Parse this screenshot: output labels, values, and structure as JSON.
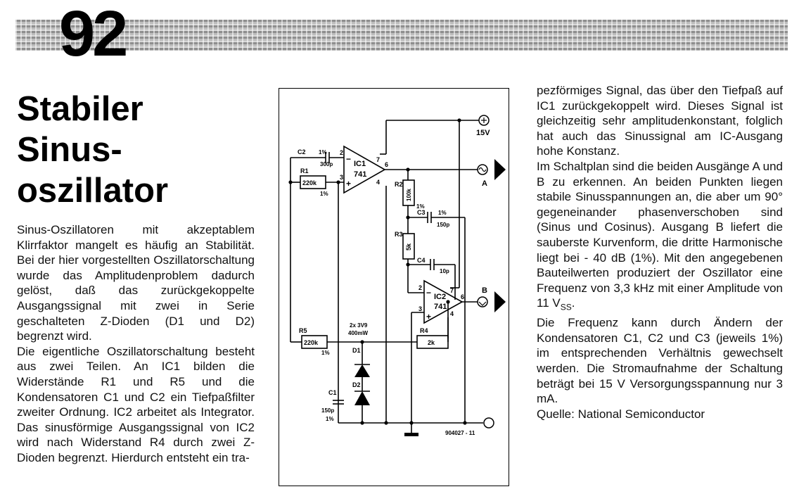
{
  "page_number": "92",
  "title": [
    "Stabiler",
    "Sinus-",
    "oszillator"
  ],
  "left_column": [
    "Sinus-Oszillatoren mit akzeptablem Klirrfaktor mangelt es häufig an Stabilität. Bei der hier vorgestellten Oszillatorschaltung wurde das Amplitudenproblem dadurch gelöst, daß das zurückgekoppelte Ausgangssignal mit zwei in Serie geschalteten Z-Dioden (D1 und D2) begrenzt wird.",
    "Die eigentliche Oszillatorschaltung besteht aus zwei Teilen. An IC1 bilden die Widerstände R1 und R5 und die Kondensatoren C1 und C2 ein Tiefpaßfilter zweiter Ordnung. IC2 arbeitet als Integrator. Das sinusförmige Ausgangssignal von IC2 wird nach Widerstand R4 durch zwei Z-Dioden begrenzt. Hierdurch entsteht ein tra-"
  ],
  "right_column": [
    "pezförmiges Signal, das über den Tiefpaß auf IC1 zurückgekoppelt wird. Dieses Signal ist gleichzeitig sehr amplitudenkonstant, folglich hat auch das Sinussignal am IC-Ausgang hohe Konstanz.",
    "Im Schaltplan sind die beiden Ausgänge A und B zu erkennen. An beiden Punkten liegen stabile Sinusspannungen an, die aber um 90° gegeneinander phasenverschoben sind (Sinus und Cosinus). Ausgang B liefert die sauberste Kurvenform, die dritte Harmonische liegt bei - 40 dB (1%). Mit den angegebenen Bauteilwerten produziert der Oszillator eine Frequenz von 3,3 kHz mit einer Amplitude von 11 V",
    "SS",
    ".",
    "Die Frequenz kann durch Ändern der Kondensatoren C1, C2 und C3 (jeweils 1%) im entsprechenden Verhältnis gewechselt werden. Die Stromaufnahme der Schaltung beträgt bei 15 V Versorgungsspannung nur 3 mA.",
    "Quelle: National Semiconductor"
  ],
  "schematic": {
    "supply": "15V",
    "ic1": "IC1",
    "ic1_type": "741",
    "ic2": "IC2",
    "ic2_type": "741",
    "output_a": "A",
    "output_b": "B",
    "c2": "C2",
    "c2_tol": "1%",
    "c2_val": "300p",
    "r1": "R1",
    "r1_val": "220k",
    "r1_tol": "1%",
    "r2": "R2",
    "r2_val": "100k",
    "r2_tol": "1%",
    "c3": "C3",
    "c3_tol": "1%",
    "c3_val": "150p",
    "r3": "R3",
    "r3_val": "5k",
    "c4": "C4",
    "c4_val": "10p",
    "r4": "R4",
    "r4_val": "2k",
    "r5": "R5",
    "r5_val": "220k",
    "r5_tol": "1%",
    "zener": "2x 3V9",
    "zener_power": "400mW",
    "d1": "D1",
    "d2": "D2",
    "c1": "C1",
    "c1_val": "150p",
    "c1_tol": "1%",
    "part_no": "904027 - 11",
    "pin_2": "2",
    "pin_3": "3",
    "pin_4": "4",
    "pin_6": "6",
    "pin_7": "7",
    "minus": "−",
    "plus": "+"
  }
}
